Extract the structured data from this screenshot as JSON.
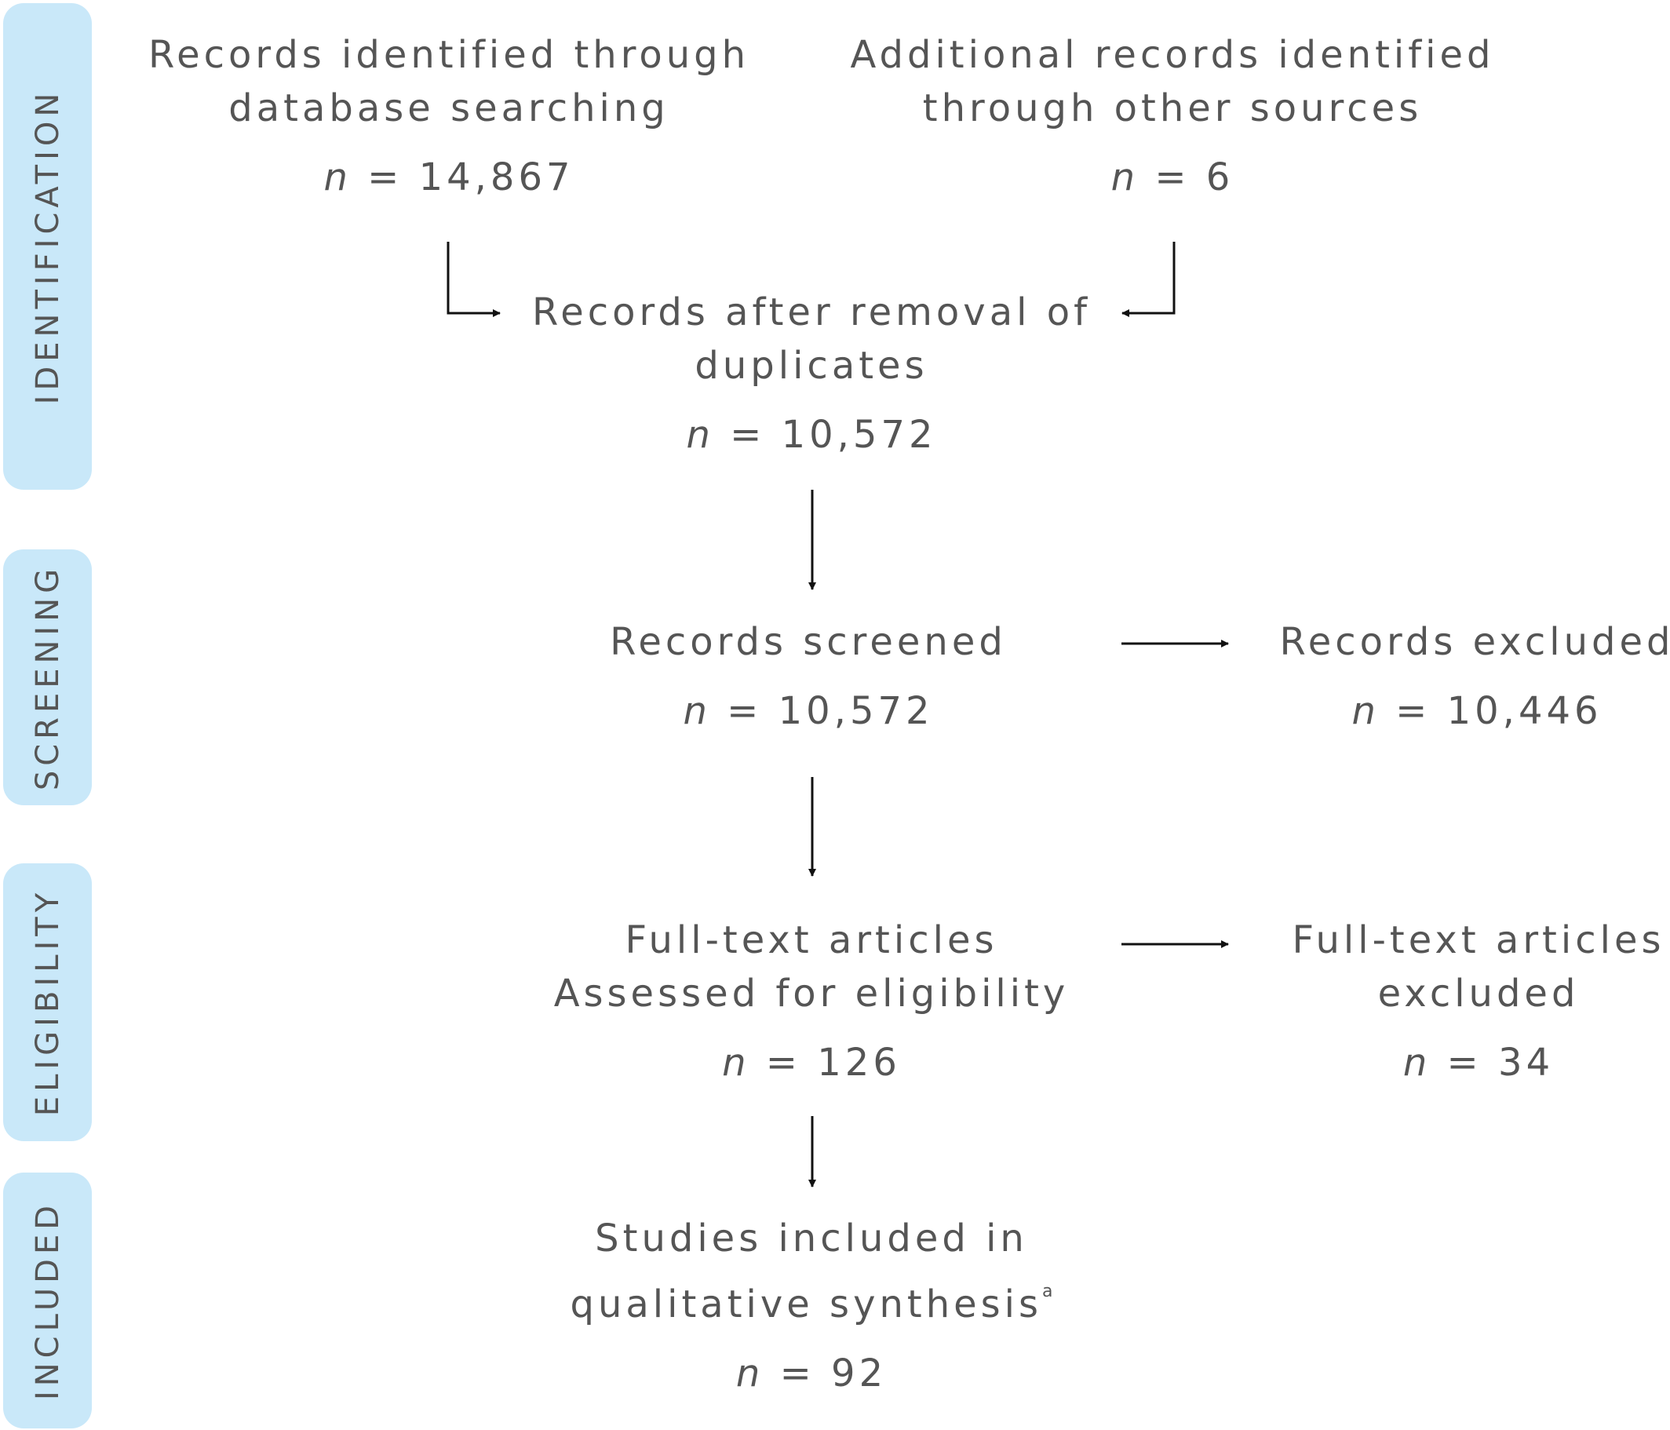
{
  "phases": {
    "identification": "IDENTIFICATION",
    "screening": "SCREENING",
    "eligibility": "ELIGIBILITY",
    "included": "INCLUDED"
  },
  "nodes": {
    "database_records": {
      "line1": "Records identified through",
      "line2": "database searching",
      "n_var": "n",
      "n_value": " = 14,867"
    },
    "other_sources": {
      "line1": "Additional records identified",
      "line2": "through other sources",
      "n_var": "n",
      "n_value": " = 6"
    },
    "after_duplicates": {
      "line1": "Records after removal of",
      "line2": "duplicates",
      "n_var": "n",
      "n_value": " = 10,572"
    },
    "screened": {
      "line1": "Records screened",
      "n_var": "n",
      "n_value": " = 10,572"
    },
    "excluded": {
      "line1": "Records excluded",
      "n_var": "n",
      "n_value": " = 10,446"
    },
    "fulltext_assessed": {
      "line1": "Full-text articles",
      "line2": "Assessed for eligibility",
      "n_var": "n",
      "n_value": " = 126"
    },
    "fulltext_excluded": {
      "line1": "Full-text articles",
      "line2": "excluded",
      "n_var": "n",
      "n_value": " = 34"
    },
    "included_studies": {
      "line1": "Studies included in",
      "line2": "qualitative synthesis",
      "superscript": "a",
      "n_var": "n",
      "n_value": " = 92"
    }
  },
  "colors": {
    "phase_bg": "#c9e8f9",
    "text": "#555555",
    "arrow": "#111111"
  }
}
